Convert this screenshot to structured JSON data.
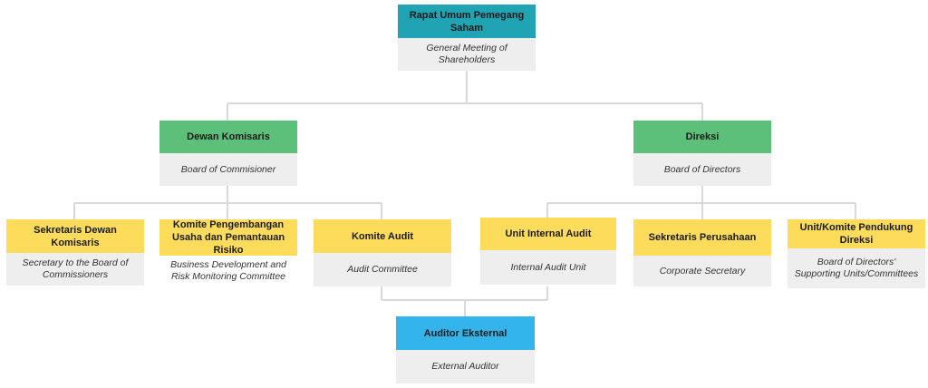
{
  "colors": {
    "teal": "#20a3b3",
    "green": "#5cbf7a",
    "yellow": "#fddc5c",
    "blue": "#33b5ec",
    "sub_bg": "#eeeeee",
    "connector": "#d9d9d9"
  },
  "nodes": {
    "rups": {
      "title": "Rapat Umum Pemegang Saham",
      "subtitle": "General Meeting of Shareholders"
    },
    "commissioners": {
      "title": "Dewan Komisaris",
      "subtitle": "Board of Commisioner"
    },
    "directors": {
      "title": "Direksi",
      "subtitle": "Board of Directors"
    },
    "sekretaris_dewan": {
      "title": "Sekretaris Dewan Komisaris",
      "subtitle": "Secretary to the Board of Commissioners"
    },
    "komite_pengembangan": {
      "title": "Komite Pengembangan Usaha dan Pemantauan Risiko",
      "subtitle": "Business Development and Risk Monitoring Committee"
    },
    "komite_audit": {
      "title": "Komite Audit",
      "subtitle": "Audit Committee"
    },
    "internal_audit": {
      "title": "Unit Internal Audit",
      "subtitle": "Internal Audit Unit"
    },
    "sekretaris_perusahaan": {
      "title": "Sekretaris Perusahaan",
      "subtitle": "Corporate Secretary"
    },
    "unit_pendukung": {
      "title": "Unit/Komite Pendukung Direksi",
      "subtitle": "Board of Directors' Supporting Units/Committees"
    },
    "auditor_eksternal": {
      "title": "Auditor Eksternal",
      "subtitle": "External Auditor"
    }
  }
}
